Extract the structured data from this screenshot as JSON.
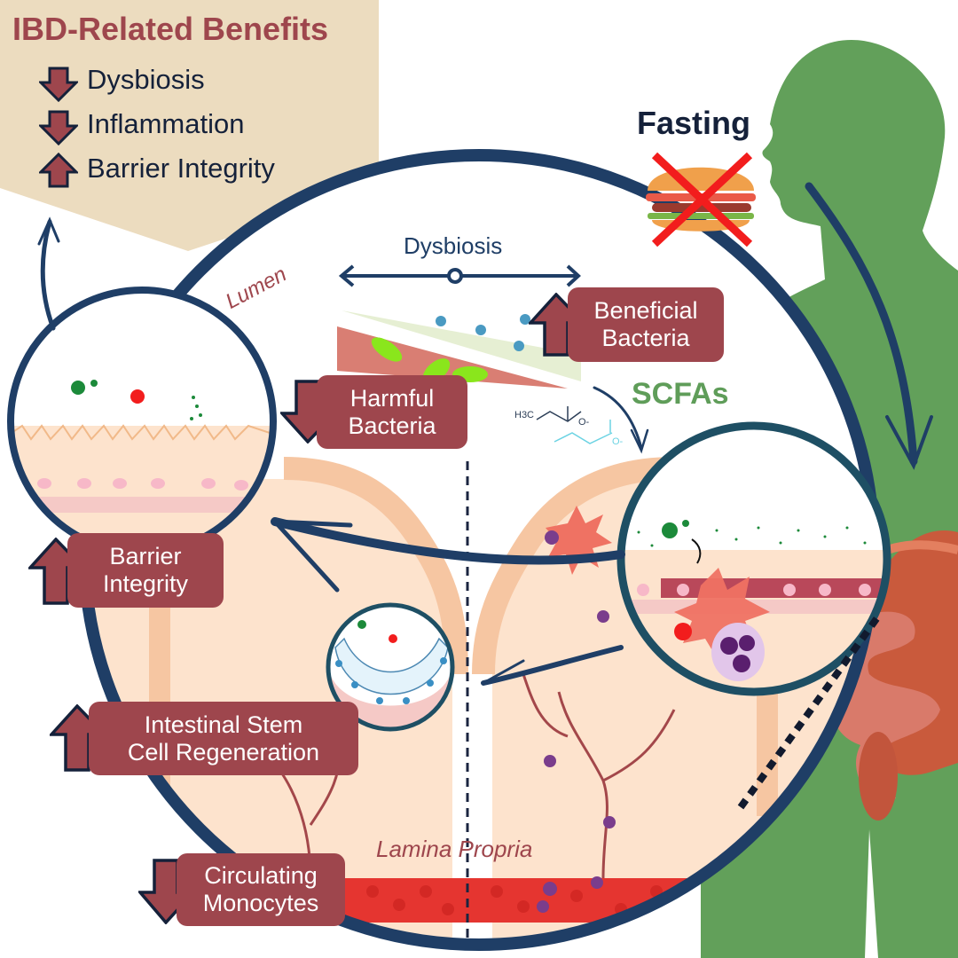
{
  "colors": {
    "panel_bg": "#ecdcbf",
    "accent_red": "#9e464d",
    "navy": "#1f3e66",
    "teal_ring": "#1e4f64",
    "body_green": "#62a05a",
    "tissue": "#fde3cd",
    "text_dark": "#15213a",
    "scfa_green": "#5f9d59"
  },
  "benefits_panel": {
    "title": "IBD-Related Benefits",
    "items": [
      {
        "label": "Dysbiosis",
        "direction": "down"
      },
      {
        "label": "Inflammation",
        "direction": "down"
      },
      {
        "label": "Barrier Integrity",
        "direction": "up"
      }
    ]
  },
  "fasting": {
    "title": "Fasting",
    "icon": "crossed-out-burger-icon"
  },
  "gut_view": {
    "dysbiosis_label": "Dysbiosis",
    "lumen_label": "Lumen",
    "lamina_propria_label": "Lamina Propria",
    "scfas_label": "SCFAs",
    "molecule_1": {
      "group": "H3C",
      "charge": "O-"
    },
    "molecule_2": {
      "charge": "O-"
    }
  },
  "effects": [
    {
      "id": "beneficial-bacteria",
      "line1": "Beneficial",
      "line2": "Bacteria",
      "direction": "up"
    },
    {
      "id": "harmful-bacteria",
      "line1": "Harmful",
      "line2": "Bacteria",
      "direction": "down"
    },
    {
      "id": "barrier-integrity",
      "line1": "Barrier",
      "line2": "Integrity",
      "direction": "up"
    },
    {
      "id": "stem-cell-regeneration",
      "line1": "Intestinal Stem",
      "line2": "Cell Regeneration",
      "direction": "up"
    },
    {
      "id": "circulating-monocytes",
      "line1": "Circulating",
      "line2": "Monocytes",
      "direction": "down"
    }
  ]
}
